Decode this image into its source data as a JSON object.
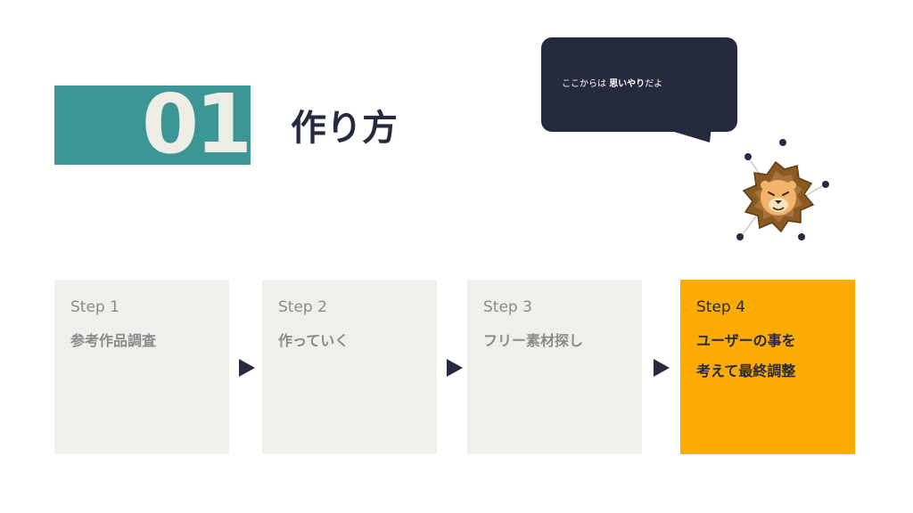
{
  "section": {
    "number": "01",
    "title": "作り方"
  },
  "bubble": {
    "prefix": "ここからは ",
    "emphasis": "思いやり",
    "suffix": "だよ"
  },
  "mascot": {
    "icon": "lion-icon"
  },
  "steps": [
    {
      "label": "Step 1",
      "lines": [
        "参考作品調査"
      ]
    },
    {
      "label": "Step 2",
      "lines": [
        "作っていく"
      ]
    },
    {
      "label": "Step 3",
      "lines": [
        "フリー素材探し"
      ]
    },
    {
      "label": "Step 4",
      "lines": [
        "ユーザーの事を",
        "考えて最終調整"
      ]
    }
  ],
  "colors": {
    "teal": "#3d9696",
    "navy": "#262a3e",
    "card": "#f0f0eb",
    "highlight": "#fcab02"
  }
}
